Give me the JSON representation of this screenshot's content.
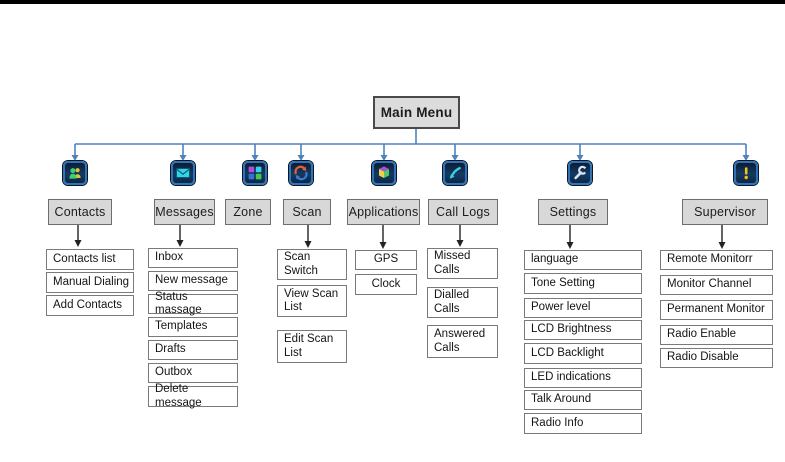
{
  "page": {
    "description": "Radio handset main-menu tree diagram",
    "background_color": "#ffffff",
    "top_bar_color": "#000000"
  },
  "colors": {
    "connector_blue": "#4f81bd",
    "connector_black": "#222222",
    "node_fill": "#d8d8d8",
    "node_border": "#6e6e6e",
    "child_fill": "#ffffff",
    "child_border": "#7a7a7a",
    "text": "#141414"
  },
  "tree": {
    "root_label": "Main Menu",
    "branches": [
      {
        "label": "Contacts",
        "icon": "contacts-icon",
        "children": [
          "Contacts list",
          "Manual Dialing",
          "Add Contacts"
        ]
      },
      {
        "label": "Messages",
        "icon": "messages-icon",
        "children": [
          "Inbox",
          "New message",
          "Status  massage",
          "Templates",
          "Drafts",
          "Outbox",
          "Delete  message"
        ]
      },
      {
        "label": "Zone",
        "icon": "zone-icon",
        "children": []
      },
      {
        "label": "Scan",
        "icon": "scan-icon",
        "children": [
          "Scan Switch",
          "View Scan List",
          "Edit Scan List"
        ]
      },
      {
        "label": "Applications",
        "icon": "applications-icon",
        "children": [
          "GPS",
          "Clock"
        ]
      },
      {
        "label": "Call Logs",
        "icon": "call-logs-icon",
        "children": [
          "Missed Calls",
          "Dialled Calls",
          "Answered Calls"
        ]
      },
      {
        "label": "Settings",
        "icon": "settings-icon",
        "children": [
          "language",
          "Tone Setting",
          "Power level",
          "LCD Brightness",
          "LCD Backlight",
          "LED indications",
          "Talk Around",
          "Radio Info"
        ]
      },
      {
        "label": "Supervisor",
        "icon": "supervisor-icon",
        "children": [
          "Remote Monitorr",
          "Monitor Channel",
          "Permanent Monitor",
          "Radio Enable",
          "Radio Disable"
        ]
      }
    ]
  }
}
